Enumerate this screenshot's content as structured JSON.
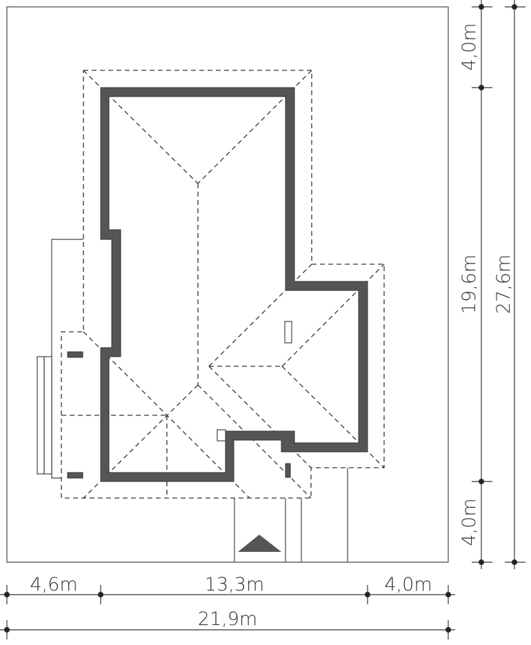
{
  "plan": {
    "dimensions": {
      "right_top": "4,0m",
      "right_middle": "19,6m",
      "right_bottom": "4,0m",
      "right_total": "27,6m",
      "bottom_left": "4,6m",
      "bottom_middle": "13,3m",
      "bottom_right": "4,0m",
      "bottom_total": "21,9m"
    },
    "colors": {
      "wall": "#555555",
      "line": "#333333"
    }
  }
}
